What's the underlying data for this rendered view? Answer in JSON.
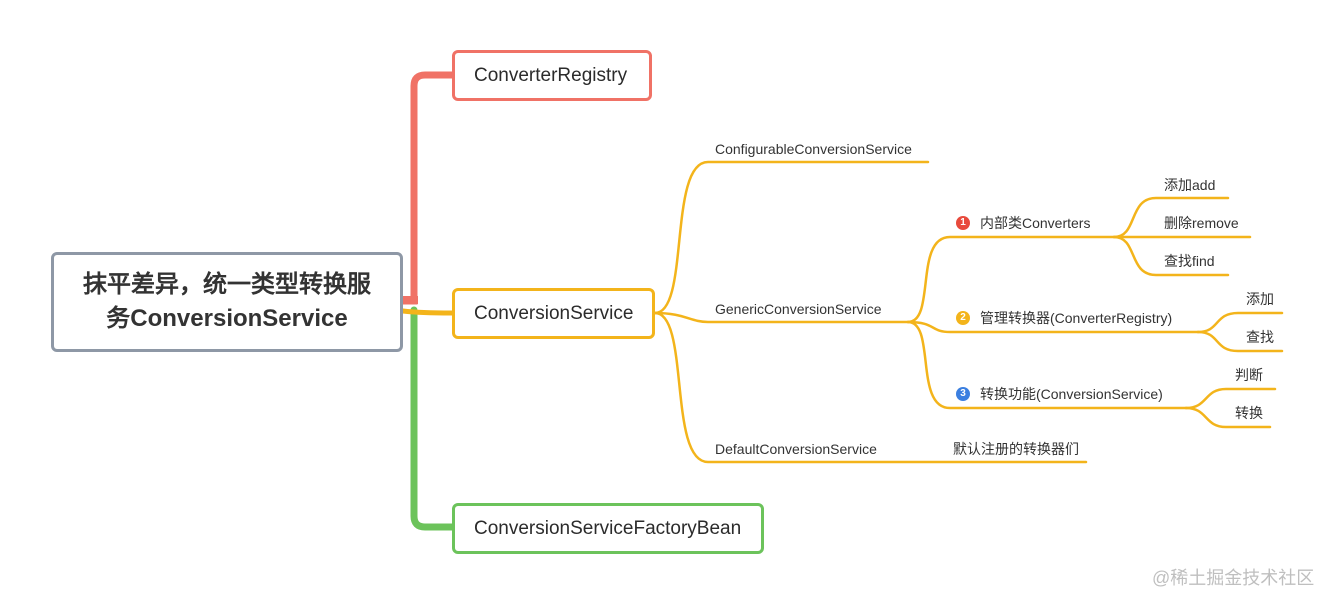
{
  "colors": {
    "root_border": "#8e98a6",
    "branch_red": "#f07266",
    "branch_yellow": "#f3b41b",
    "branch_green": "#6cc35b",
    "badge_1": "#e84a3c",
    "badge_2": "#f3b41b",
    "badge_3": "#3b7fe0"
  },
  "root": {
    "label": "抹平差异，统一类型转换服务ConversionService"
  },
  "branches": {
    "registry": {
      "label": "ConverterRegistry"
    },
    "service": {
      "label": "ConversionService",
      "children": {
        "configurable": {
          "label": "ConfigurableConversionService"
        },
        "generic": {
          "label": "GenericConversionService",
          "items": [
            {
              "badge": "1",
              "label": "内部类Converters",
              "children": [
                "添加add",
                "删除remove",
                "查找find"
              ]
            },
            {
              "badge": "2",
              "label": "管理转换器(ConverterRegistry)",
              "children": [
                "添加",
                "查找"
              ]
            },
            {
              "badge": "3",
              "label": "转换功能(ConversionService)",
              "children": [
                "判断",
                "转换"
              ]
            }
          ]
        },
        "default": {
          "label": "DefaultConversionService",
          "note": "默认注册的转换器们"
        }
      }
    },
    "factory": {
      "label": "ConversionServiceFactoryBean"
    }
  },
  "watermark": "@稀土掘金技术社区"
}
